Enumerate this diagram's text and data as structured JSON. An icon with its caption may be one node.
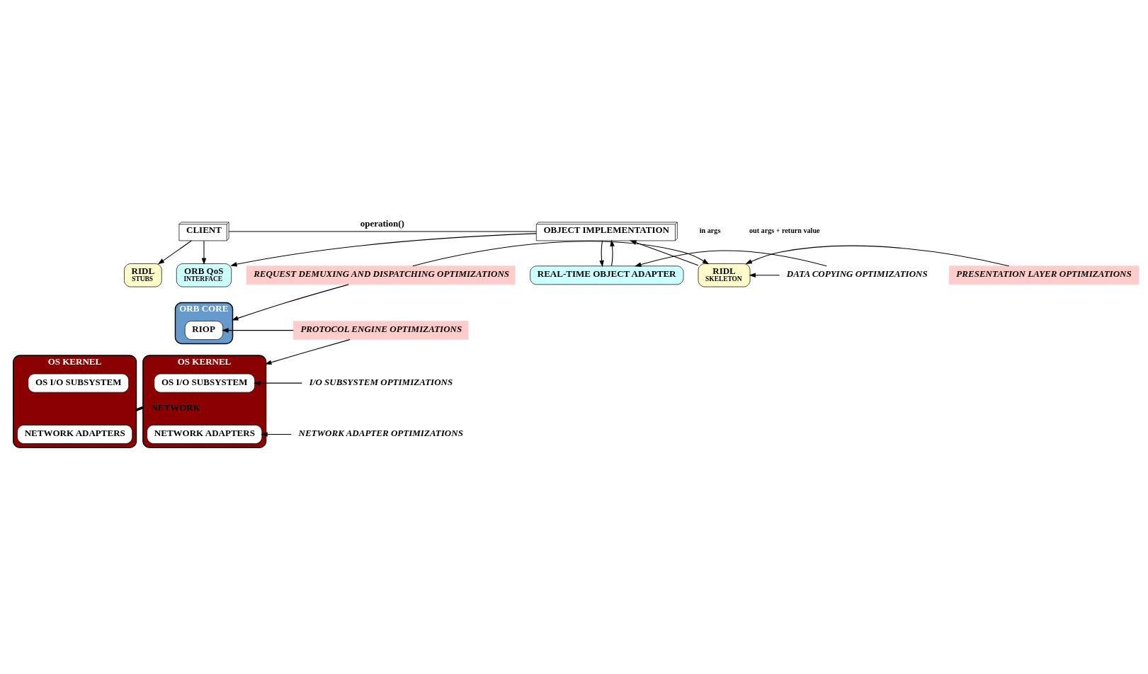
{
  "diagram": {
    "nodes": [
      {
        "text": [
          "CLIENT"
        ]
      },
      {
        "text": [
          "OBJECT IMPLEMENTATION"
        ]
      },
      {
        "text": [
          "RIDL",
          "STUBS"
        ]
      },
      {
        "text": [
          "ORB QoS",
          "INTERFACE"
        ]
      },
      {
        "text": [
          "RIDL",
          "SKELETON"
        ]
      },
      {
        "text": [
          "REAL-TIME OBJECT ADAPTER"
        ]
      },
      {
        "text": [
          "ORB CORE"
        ]
      },
      {
        "text": [
          "RIOP"
        ],
        "in": 6
      },
      {
        "text": [
          "OS KERNEL"
        ]
      },
      {
        "text": [
          "OS I/O SUBSYSTEM"
        ],
        "in": 8
      },
      {
        "text": [
          "NETWORK ADAPTERS"
        ],
        "in": 8
      },
      {
        "text": [
          "OS KERNEL"
        ]
      },
      {
        "text": [
          "OS I/O SUBSYSTEM"
        ],
        "in": 11
      },
      {
        "text": [
          "NETWORK ADAPTERS"
        ],
        "in": 11
      },
      {
        "text": [
          "PRESENTATION LAYER OPTIMIZATIONS"
        ]
      },
      {
        "text": [
          "DATA COPYING OPTIMIZATIONS"
        ]
      },
      {
        "text": [
          "REQUEST DEMUXING AND DISPATCHING OPTIMIZATIONS"
        ]
      },
      {
        "text": [
          "PROTOCOL ENGINE OPTIMIZATIONS"
        ]
      },
      {
        "text": [
          "I/O SUBSYSTEM OPTIMIZATIONS"
        ]
      },
      {
        "text": [
          "NETWORK ADAPTER OPTIMIZATIONS"
        ]
      }
    ],
    "edges": [
      {
        "from": 0,
        "to": 1,
        "arrow": "none",
        "label": "operation()"
      },
      {
        "from": 0,
        "to": 2,
        "arrow": "to"
      },
      {
        "from": 0,
        "to": 3,
        "arrow": "to"
      },
      {
        "from": 1,
        "to": 3,
        "arrow": "to"
      },
      {
        "from": 4,
        "to": 1,
        "arrow": "to"
      },
      {
        "from": 1,
        "to": 5,
        "arrow": "to"
      },
      {
        "from": 5,
        "to": 1,
        "arrow": "to"
      },
      {
        "from": 14,
        "to": 4,
        "arrow": "to"
      },
      {
        "from": 15,
        "to": 4,
        "arrow": "to"
      },
      {
        "from": 16,
        "to": 4,
        "arrow": "to"
      },
      {
        "from": 15,
        "to": 5,
        "arrow": "to"
      },
      {
        "from": 16,
        "to": 6,
        "arrow": "to"
      },
      {
        "from": 17,
        "to": 7,
        "arrow": "to"
      },
      {
        "from": 17,
        "to": 11,
        "arrow": "to"
      },
      {
        "from": 18,
        "to": 12,
        "arrow": "to"
      },
      {
        "from": 19,
        "to": 13,
        "arrow": "to"
      },
      {
        "from": 8,
        "to": 11,
        "arrow": "none",
        "label": "NETWORK",
        "style": "thick"
      }
    ],
    "labels": [
      "in args",
      "out args + return value"
    ]
  }
}
